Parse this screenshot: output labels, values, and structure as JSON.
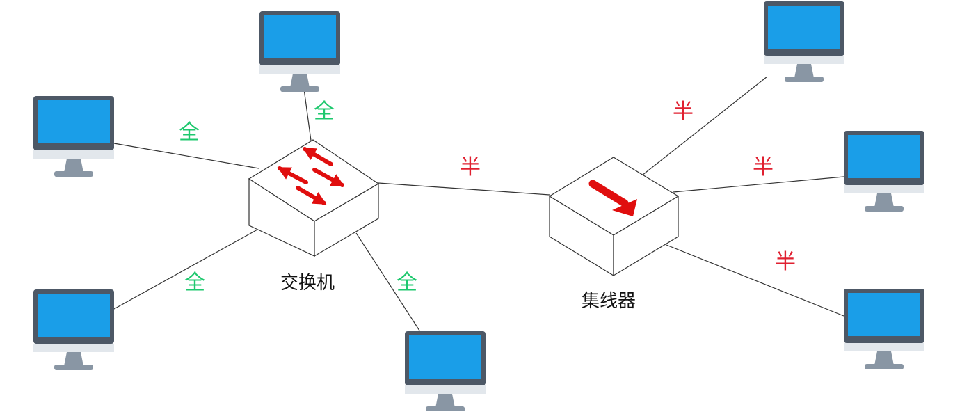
{
  "colors": {
    "full_duplex": "#1ec86e",
    "half_duplex": "#e02030",
    "screen": "#1a9ee8",
    "bezel": "#4d5866",
    "stand": "#8996a4",
    "arrow": "#e00e0e",
    "line": "#333333"
  },
  "devices": {
    "switch": {
      "name": "交换机",
      "icon": "switch-icon"
    },
    "hub": {
      "name": "集线器",
      "icon": "hub-icon"
    }
  },
  "links": {
    "switch_top_pc": "全",
    "switch_left_upper_pc": "全",
    "switch_left_lower_pc": "全",
    "switch_bottom_pc": "全",
    "switch_hub": "半",
    "hub_top_right_pc": "半",
    "hub_mid_right_pc": "半",
    "hub_bottom_right_pc": "半"
  },
  "computers": [
    {
      "id": "pc-top-center",
      "icon": "computer-monitor-icon"
    },
    {
      "id": "pc-left-upper",
      "icon": "computer-monitor-icon"
    },
    {
      "id": "pc-left-lower",
      "icon": "computer-monitor-icon"
    },
    {
      "id": "pc-bottom-center",
      "icon": "computer-monitor-icon"
    },
    {
      "id": "pc-right-top",
      "icon": "computer-monitor-icon"
    },
    {
      "id": "pc-right-mid",
      "icon": "computer-monitor-icon"
    },
    {
      "id": "pc-right-bottom",
      "icon": "computer-monitor-icon"
    }
  ]
}
